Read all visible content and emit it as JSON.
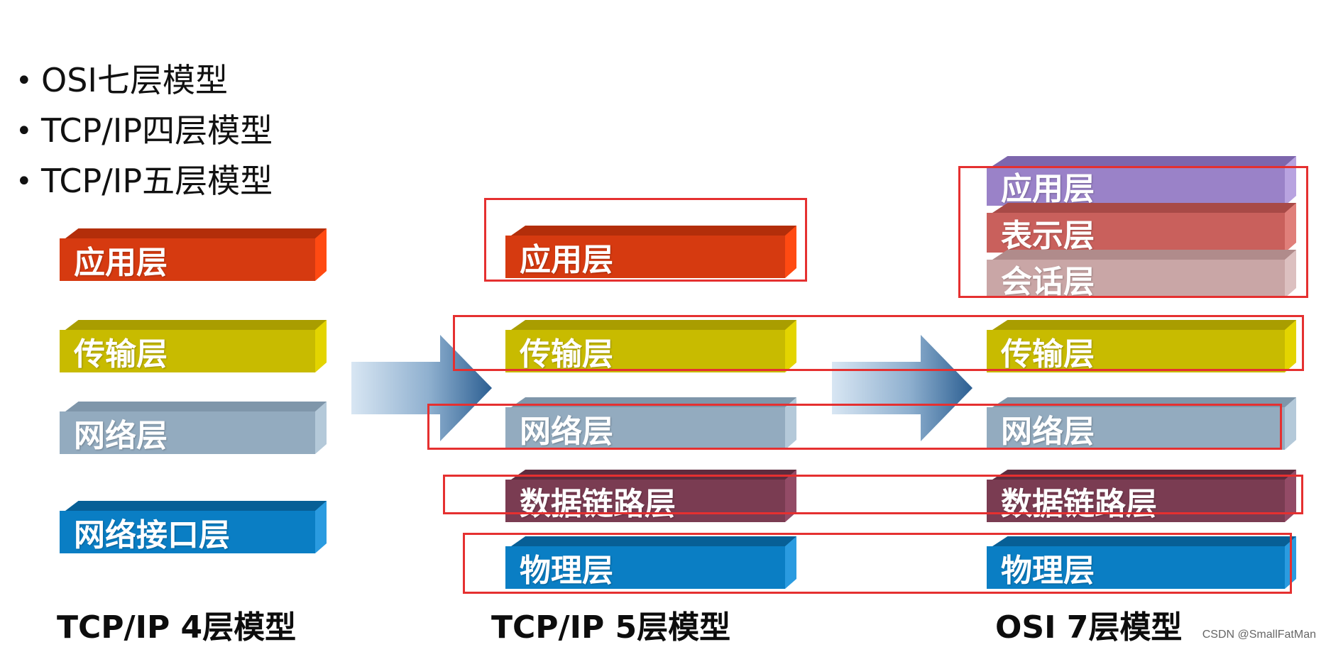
{
  "bullets": [
    "OSI七层模型",
    "TCP/IP四层模型",
    "TCP/IP五层模型"
  ],
  "colors": {
    "application": "#d63a10",
    "transport": "#c8bb00",
    "network": "#93abbf",
    "link": "#7a3c52",
    "physical": "#0a7ec4",
    "presentation": "#c9605c",
    "session": "#c9a6a6",
    "osi_application": "#9a82c8",
    "highlight": "#e53030"
  },
  "model4": {
    "caption": "TCP/IP 4层模型",
    "layers": [
      "应用层",
      "传输层",
      "网络层",
      "网络接口层"
    ]
  },
  "model5": {
    "caption": "TCP/IP 5层模型",
    "layers": [
      "应用层",
      "传输层",
      "网络层",
      "数据链路层",
      "物理层"
    ]
  },
  "model7": {
    "caption": "OSI 7层模型",
    "layers": [
      "应用层",
      "表示层",
      "会话层",
      "传输层",
      "网络层",
      "数据链路层",
      "物理层"
    ]
  },
  "watermark": "CSDN @SmallFatMan"
}
